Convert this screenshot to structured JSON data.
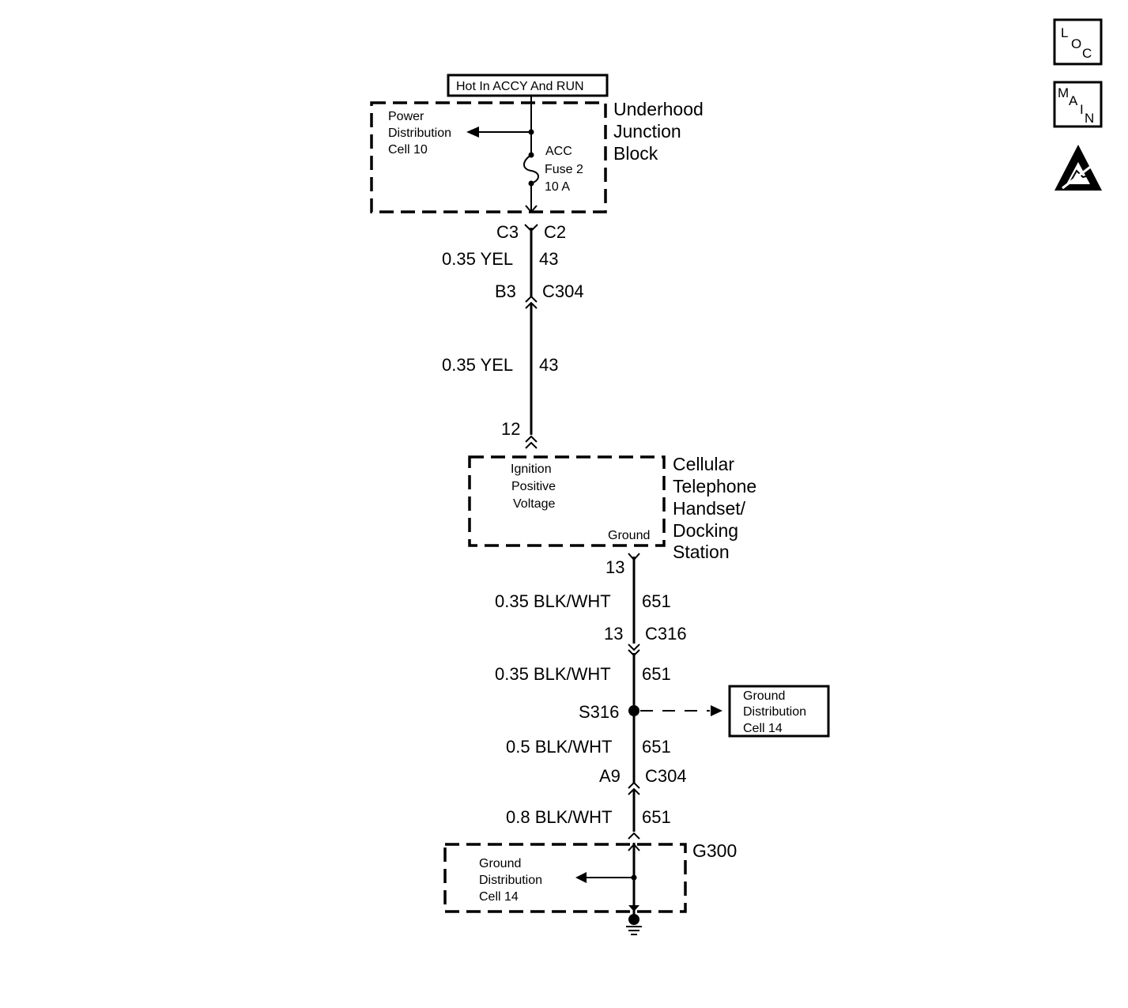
{
  "icons": {
    "loc": "L O C",
    "main": "M A I N",
    "esd": "esd-warning-icon"
  },
  "power_label": "Hot In ACCY And RUN",
  "ujb": {
    "title_lines": [
      "Underhood",
      "Junction",
      "Block"
    ],
    "power_dist": [
      "Power",
      "Distribution",
      "Cell 10"
    ],
    "fuse": [
      "ACC",
      "Fuse 2",
      "10 A"
    ]
  },
  "wire1": {
    "connector_left": "C3",
    "connector_right": "C2",
    "gauge_color": "0.35 YEL",
    "circuit": "43",
    "inline_pin": "B3",
    "inline_conn": "C304"
  },
  "wire2": {
    "gauge_color": "0.35 YEL",
    "circuit": "43",
    "pin": "12"
  },
  "phone": {
    "title_lines": [
      "Cellular",
      "Telephone",
      "Handset/",
      "Docking",
      "Station"
    ],
    "inner_lines": [
      "Ignition",
      "Positive",
      "Voltage"
    ],
    "ground_label": "Ground",
    "pin": "13"
  },
  "ground_wires": [
    {
      "gauge_color": "0.35 BLK/WHT",
      "circuit": "651"
    },
    {
      "gauge_color": "0.35 BLK/WHT",
      "circuit": "651"
    },
    {
      "gauge_color": "0.5 BLK/WHT",
      "circuit": "651"
    },
    {
      "gauge_color": "0.8 BLK/WHT",
      "circuit": "651"
    }
  ],
  "c316": {
    "pin": "13",
    "conn": "C316"
  },
  "splice": {
    "label": "S316",
    "ref": [
      "Ground",
      "Distribution",
      "Cell 14"
    ]
  },
  "c304b": {
    "pin": "A9",
    "conn": "C304"
  },
  "ground": {
    "label": "G300",
    "ref": [
      "Ground",
      "Distribution",
      "Cell 14"
    ]
  }
}
